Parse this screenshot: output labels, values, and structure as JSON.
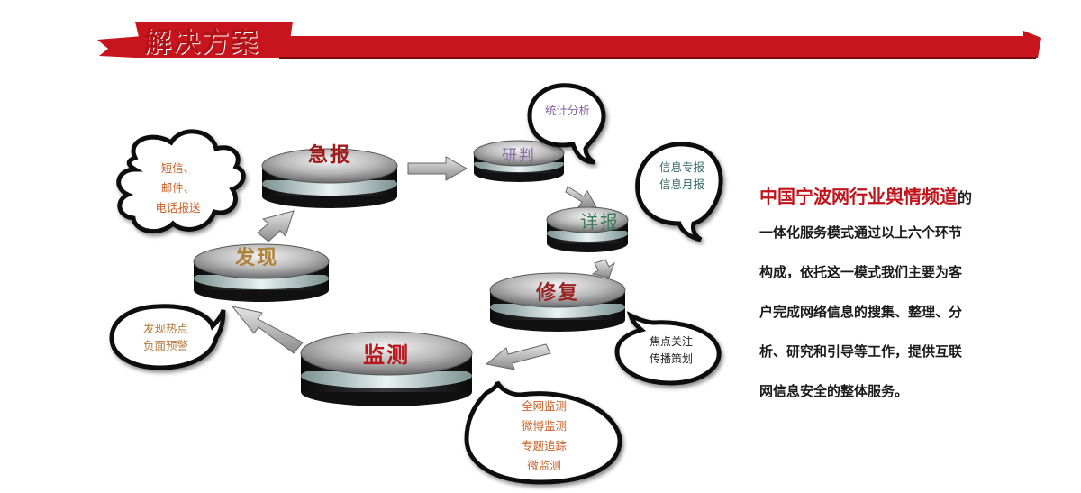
{
  "banner": {
    "title": "解决方案"
  },
  "nodes": {
    "jibao": "急报",
    "yanpan": "研判",
    "xiangbao": "详报",
    "xiufu": "修复",
    "jiance": "监测",
    "faxian": "发现"
  },
  "bubbles": {
    "notify": [
      "短信、",
      "邮件、",
      "电话报送"
    ],
    "stats": [
      "统计分析"
    ],
    "reports": [
      "信息专报",
      "信息月报"
    ],
    "focus": [
      "焦点关注",
      "传播策划"
    ],
    "monitor": [
      "全网监测",
      "微博监测",
      "专题追踪",
      "微监测"
    ],
    "alert": [
      "发现热点",
      "负面预警"
    ]
  },
  "summary": {
    "headline": "中国宁波网行业舆情频道",
    "headline_tail": "的",
    "lines": [
      "一体化服务模式通过以上六个环节",
      "构成，依托这一模式我们主要为客",
      "户完成网络信息的搜集、整理、分",
      "析、研究和引导等工作，提供互联",
      "网信息安全的整体服务。"
    ]
  },
  "colors": {
    "brand_red": "#c0141c",
    "jibao": "#a01c1c",
    "yanpan": "#8a6aa8",
    "xiangbao": "#3f7a5c",
    "xiufu": "#9a2424",
    "jiance": "#b8161c",
    "faxian": "#b08238",
    "bubble_orange": "#c8622a",
    "bubble_purple": "#8a62a8",
    "bubble_teal": "#3a6a6a"
  }
}
